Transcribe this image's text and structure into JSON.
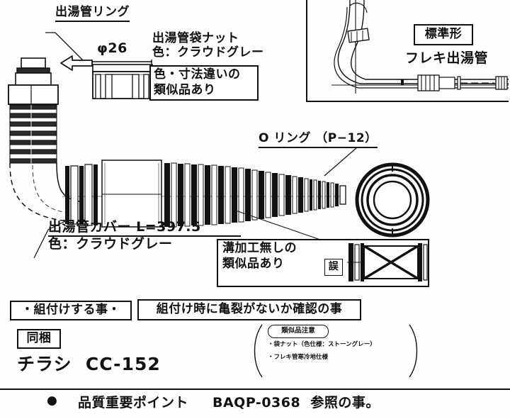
{
  "document": {
    "type": "technical-assembly-drawing",
    "language": "ja"
  },
  "callouts": {
    "ring_label": "出湯管リング",
    "diameter_label": "φ26",
    "cap_nut_line1": "出湯管袋ナット",
    "cap_nut_line2": "色：クラウドグレー",
    "cap_nut_warn_line1": "色・寸法違いの",
    "cap_nut_warn_line2": "類似品あり",
    "o_ring_label": "O リング （P−12）",
    "cover_line1": "出湯管カバー L=397.5",
    "cover_line2": "色：クラウドグレー",
    "groove_warn_line1": "溝加工無しの",
    "groove_warn_line2": "類似品あり",
    "wrong_badge": "誤"
  },
  "inset": {
    "type_badge": "標準形",
    "title": "フレキ出湯管"
  },
  "notes": {
    "assemble_label": "・組付けする事・",
    "crack_check": "組付け時に亀裂がないか確認の事",
    "bundled_badge": "同梱",
    "leaflet": "チラシ  CC-152"
  },
  "similar_parts_note": {
    "header": "類似品注意",
    "items": [
      "・袋ナット（色仕様：ストーングレー）",
      "・フレキ管寒冷地仕様"
    ]
  },
  "footer": {
    "bullet": "●",
    "label": "品質重要ポイント",
    "reference": "BAQP-0368  参照の事。"
  },
  "colors": {
    "ink": "#111111",
    "paper": "#fefefe",
    "shade": "#3a3a3a"
  }
}
